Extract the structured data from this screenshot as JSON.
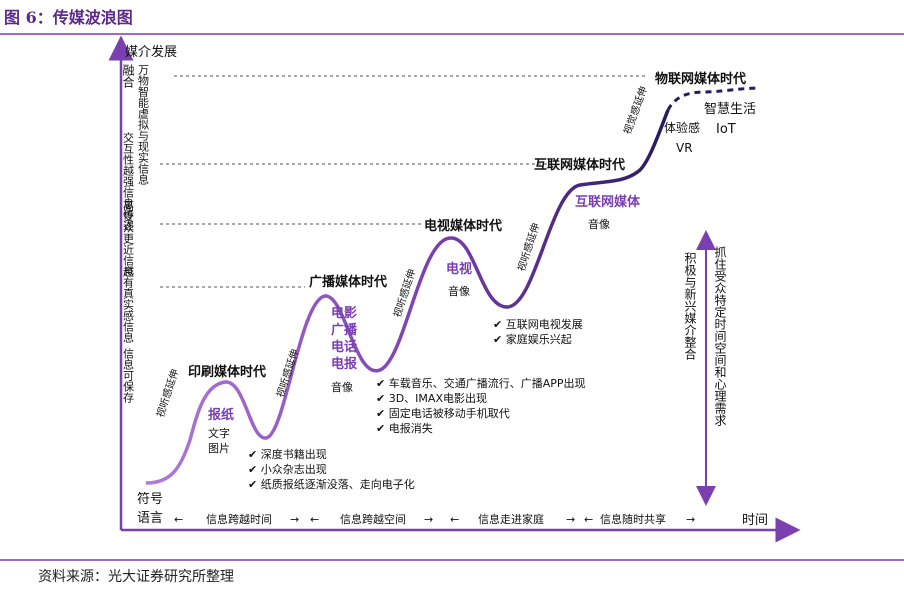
{
  "figure": {
    "title": "图 6：传媒波浪图",
    "source": "资料来源：光大证券研究所整理"
  },
  "axes": {
    "y_title": "媒介发展",
    "x_title": "时间",
    "origin": "符号语言"
  },
  "y_levels": [
    {
      "id": "merge",
      "text": "融合"
    },
    {
      "id": "virtual",
      "text": "万物智能虚拟与现实信息"
    },
    {
      "id": "interact",
      "text": "交互性越强信息传递"
    },
    {
      "id": "closer",
      "text": "离受众更近信息"
    },
    {
      "id": "real",
      "text": "越有真实感信息"
    },
    {
      "id": "store",
      "text": "信息可保存"
    }
  ],
  "eras": [
    {
      "id": "print",
      "text": "印刷媒体时代"
    },
    {
      "id": "radio",
      "text": "广播媒体时代"
    },
    {
      "id": "tv",
      "text": "电视媒体时代"
    },
    {
      "id": "internet",
      "text": "互联网媒体时代"
    },
    {
      "id": "iot",
      "text": "物联网媒体时代"
    }
  ],
  "media": [
    {
      "id": "newspaper",
      "title": "报纸",
      "sub": "文字图片"
    },
    {
      "id": "radio",
      "title": "电影广播电话电报",
      "sub": "音像"
    },
    {
      "id": "tv",
      "title": "电视",
      "sub": "音像"
    },
    {
      "id": "internet",
      "title": "互联网媒体",
      "sub": "音像"
    },
    {
      "id": "iot",
      "title": "",
      "sub": ""
    }
  ],
  "iot_labels": {
    "smart": "智慧生活",
    "iot": "IoT",
    "exp": "体验感",
    "vr": "VR"
  },
  "extensions": [
    {
      "id": "e1",
      "text": "视听感延伸"
    },
    {
      "id": "e2",
      "text": "视听感延伸"
    },
    {
      "id": "e3",
      "text": "视听感延伸"
    },
    {
      "id": "e4",
      "text": "视听感延伸"
    },
    {
      "id": "e5",
      "text": "视觉感延伸"
    }
  ],
  "events": {
    "print": [
      "✔ 深度书籍出现",
      "✔ 小众杂志出现",
      "✔ 纸质报纸逐渐没落、走向电子化"
    ],
    "radio": [
      "✔ 车载音乐、交通广播流行、广播APP出现",
      "✔ 3D、IMAX电影出现",
      "✔ 固定电话被移动手机取代",
      "✔ 电报消失"
    ],
    "tv": [
      "✔ 互联网电视发展",
      "✔ 家庭娱乐兴起"
    ]
  },
  "phases": [
    "信息跨越时间",
    "信息跨越空间",
    "信息走进家庭",
    "信息随时共享"
  ],
  "side_notes": {
    "left": "积极与新兴媒介整合",
    "right": "抓住受众特定时间空间和心理需求"
  },
  "colors": {
    "curve": "#7a3fb0",
    "dark": "#2a1a5e",
    "accent": "#5b2a86"
  }
}
